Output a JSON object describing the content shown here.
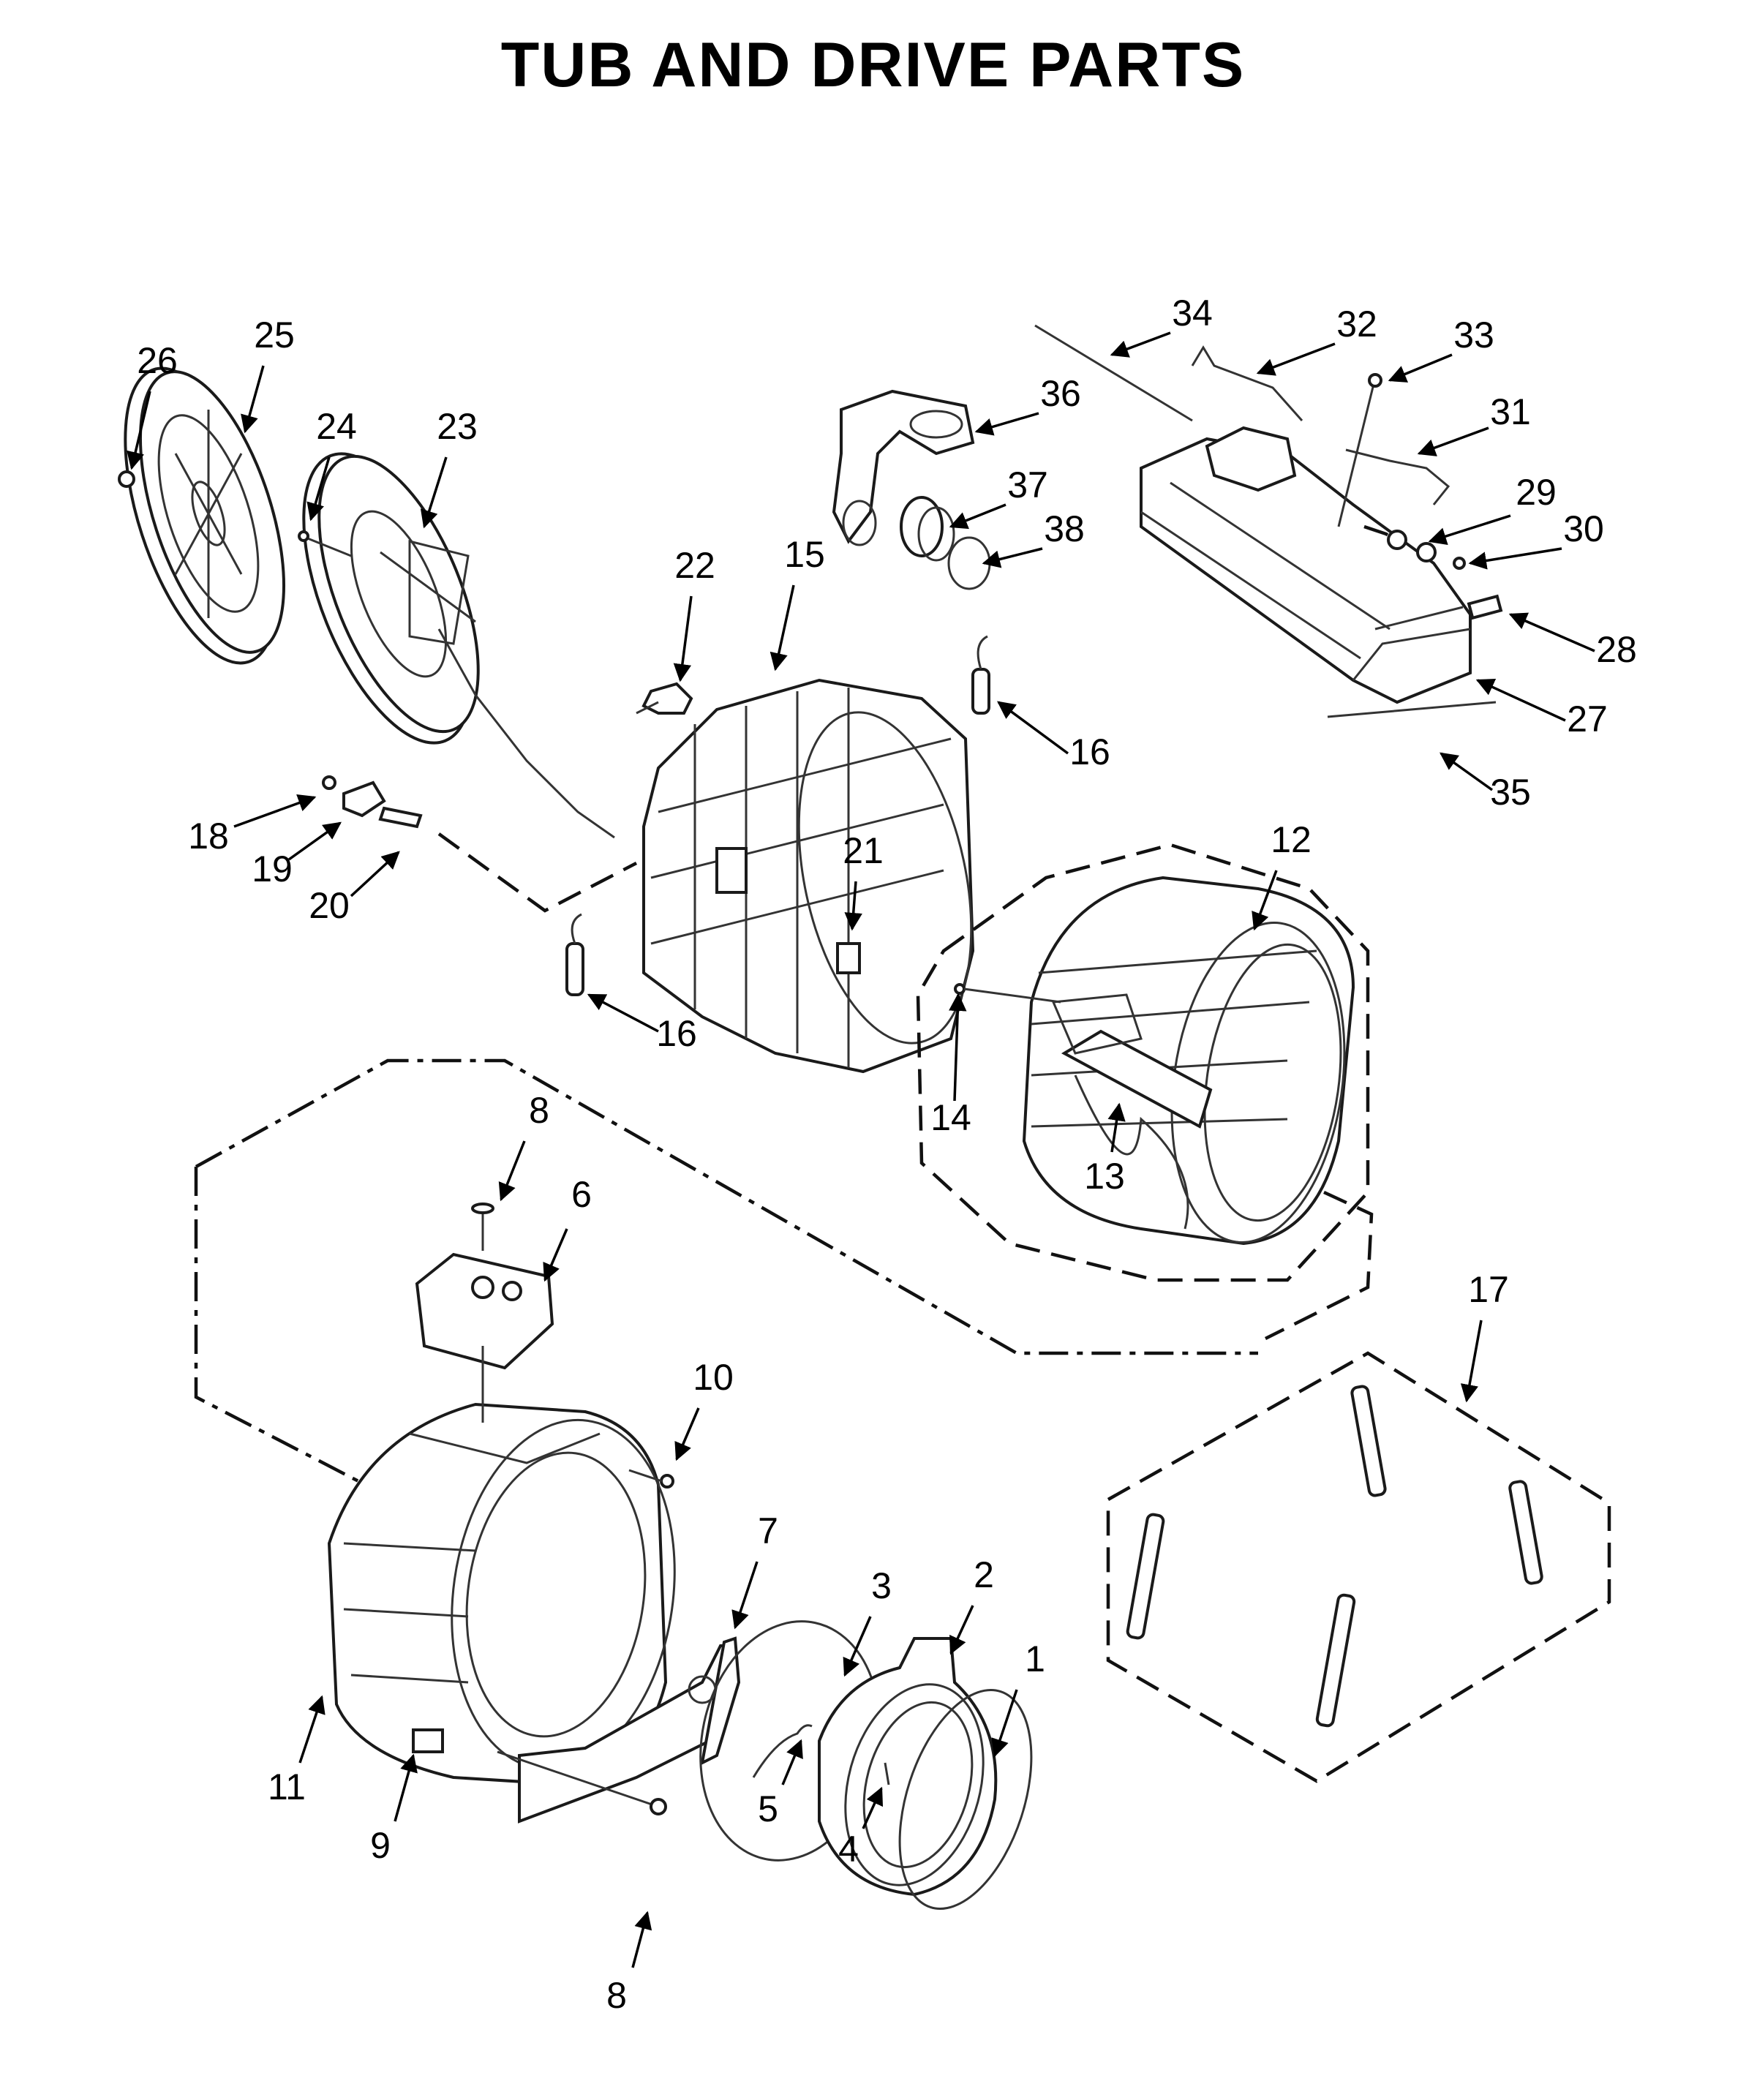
{
  "title": "TUB AND DRIVE PARTS",
  "callouts": [
    {
      "id": "c1",
      "label": "1"
    },
    {
      "id": "c2",
      "label": "2"
    },
    {
      "id": "c3",
      "label": "3"
    },
    {
      "id": "c4",
      "label": "4"
    },
    {
      "id": "c5",
      "label": "5"
    },
    {
      "id": "c6",
      "label": "6"
    },
    {
      "id": "c7",
      "label": "7"
    },
    {
      "id": "c8a",
      "label": "8"
    },
    {
      "id": "c8b",
      "label": "8"
    },
    {
      "id": "c9",
      "label": "9"
    },
    {
      "id": "c10",
      "label": "10"
    },
    {
      "id": "c11",
      "label": "11"
    },
    {
      "id": "c12",
      "label": "12"
    },
    {
      "id": "c13",
      "label": "13"
    },
    {
      "id": "c14",
      "label": "14"
    },
    {
      "id": "c15",
      "label": "15"
    },
    {
      "id": "c16a",
      "label": "16"
    },
    {
      "id": "c16b",
      "label": "16"
    },
    {
      "id": "c17",
      "label": "17"
    },
    {
      "id": "c18",
      "label": "18"
    },
    {
      "id": "c19",
      "label": "19"
    },
    {
      "id": "c20",
      "label": "20"
    },
    {
      "id": "c21",
      "label": "21"
    },
    {
      "id": "c22",
      "label": "22"
    },
    {
      "id": "c23",
      "label": "23"
    },
    {
      "id": "c24",
      "label": "24"
    },
    {
      "id": "c25",
      "label": "25"
    },
    {
      "id": "c26",
      "label": "26"
    },
    {
      "id": "c27",
      "label": "27"
    },
    {
      "id": "c28",
      "label": "28"
    },
    {
      "id": "c29",
      "label": "29"
    },
    {
      "id": "c30",
      "label": "30"
    },
    {
      "id": "c31",
      "label": "31"
    },
    {
      "id": "c32",
      "label": "32"
    },
    {
      "id": "c33",
      "label": "33"
    },
    {
      "id": "c34",
      "label": "34"
    },
    {
      "id": "c35",
      "label": "35"
    },
    {
      "id": "c36",
      "label": "36"
    },
    {
      "id": "c37",
      "label": "37"
    },
    {
      "id": "c38",
      "label": "38"
    }
  ]
}
